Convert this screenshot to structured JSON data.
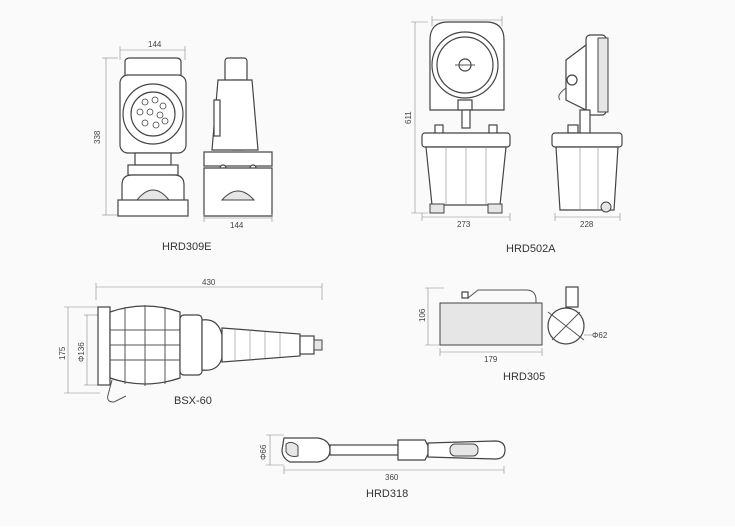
{
  "products": [
    {
      "model": "HRD309E",
      "dims": [
        "144",
        "338",
        "144"
      ]
    },
    {
      "model": "HRD502A",
      "dims": [
        "611",
        "273",
        "228"
      ]
    },
    {
      "model": "BSX-60",
      "dims": [
        "430",
        "175",
        "Φ136"
      ]
    },
    {
      "model": "HRD305",
      "dims": [
        "106",
        "179",
        "Φ62"
      ]
    },
    {
      "model": "HRD318",
      "dims": [
        "Φ66",
        "360"
      ]
    }
  ]
}
